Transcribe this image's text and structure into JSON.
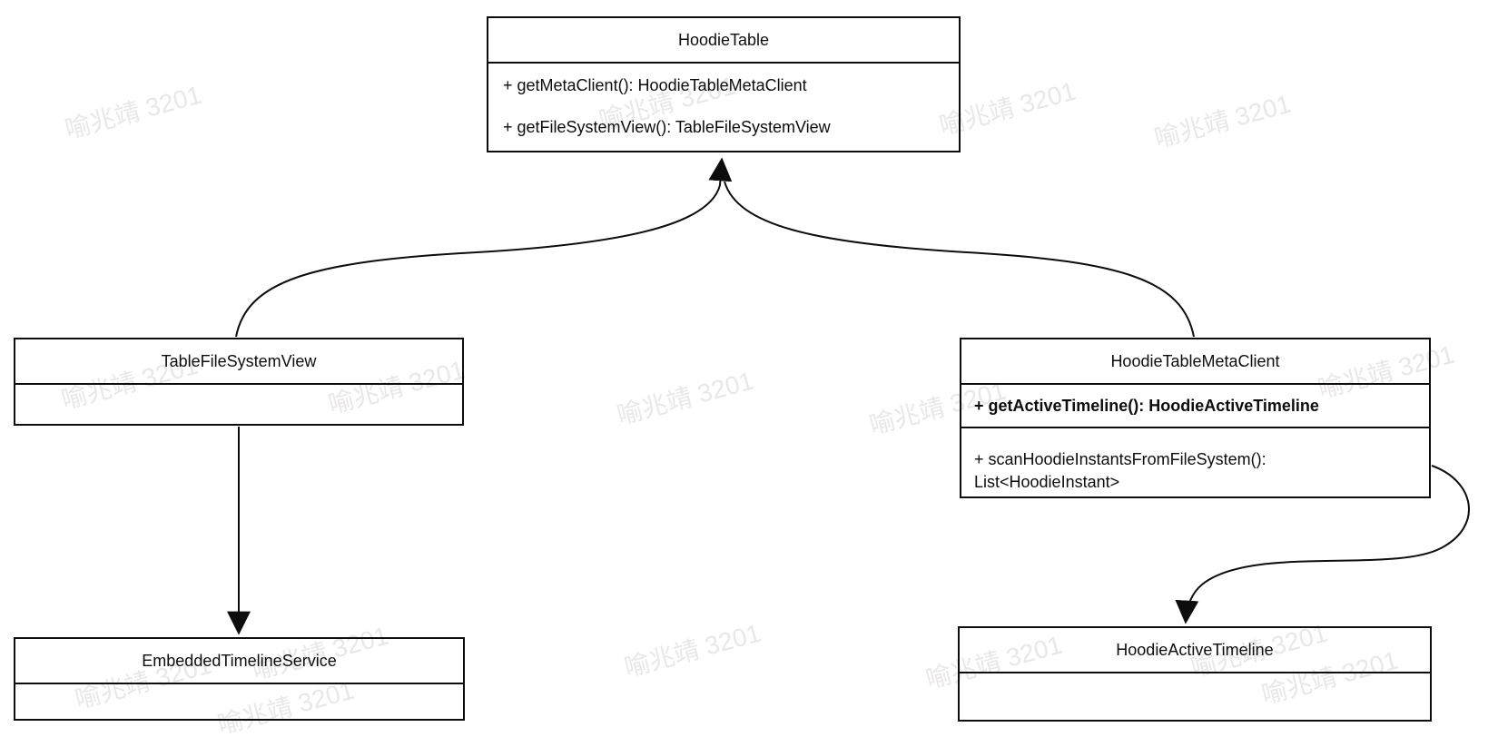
{
  "diagram": {
    "watermark_text": "喻兆靖 3201",
    "colors": {
      "stroke": "#0d0d0d",
      "background": "#ffffff",
      "watermark": "#e9e7e7"
    },
    "classes": {
      "hoodie_table": {
        "title": "HoodieTable",
        "methods": [
          "+ getMetaClient(): HoodieTableMetaClient",
          "+ getFileSystemView(): TableFileSystemView"
        ]
      },
      "table_file_system_view": {
        "title": "TableFileSystemView"
      },
      "hoodie_table_meta_client": {
        "title": "HoodieTableMetaClient",
        "method1": "+ getActiveTimeline(): HoodieActiveTimeline",
        "method2_line1": "+ scanHoodieInstantsFromFileSystem():",
        "method2_line2": "List<HoodieInstant>"
      },
      "embedded_timeline_service": {
        "title": "EmbeddedTimelineService"
      },
      "hoodie_active_timeline": {
        "title": "HoodieActiveTimeline"
      }
    },
    "relations": [
      {
        "from": "TableFileSystemView",
        "to": "HoodieTable"
      },
      {
        "from": "HoodieTableMetaClient",
        "to": "HoodieTable"
      },
      {
        "from": "TableFileSystemView",
        "to": "EmbeddedTimelineService"
      },
      {
        "from": "HoodieTableMetaClient",
        "to": "HoodieActiveTimeline"
      }
    ]
  }
}
